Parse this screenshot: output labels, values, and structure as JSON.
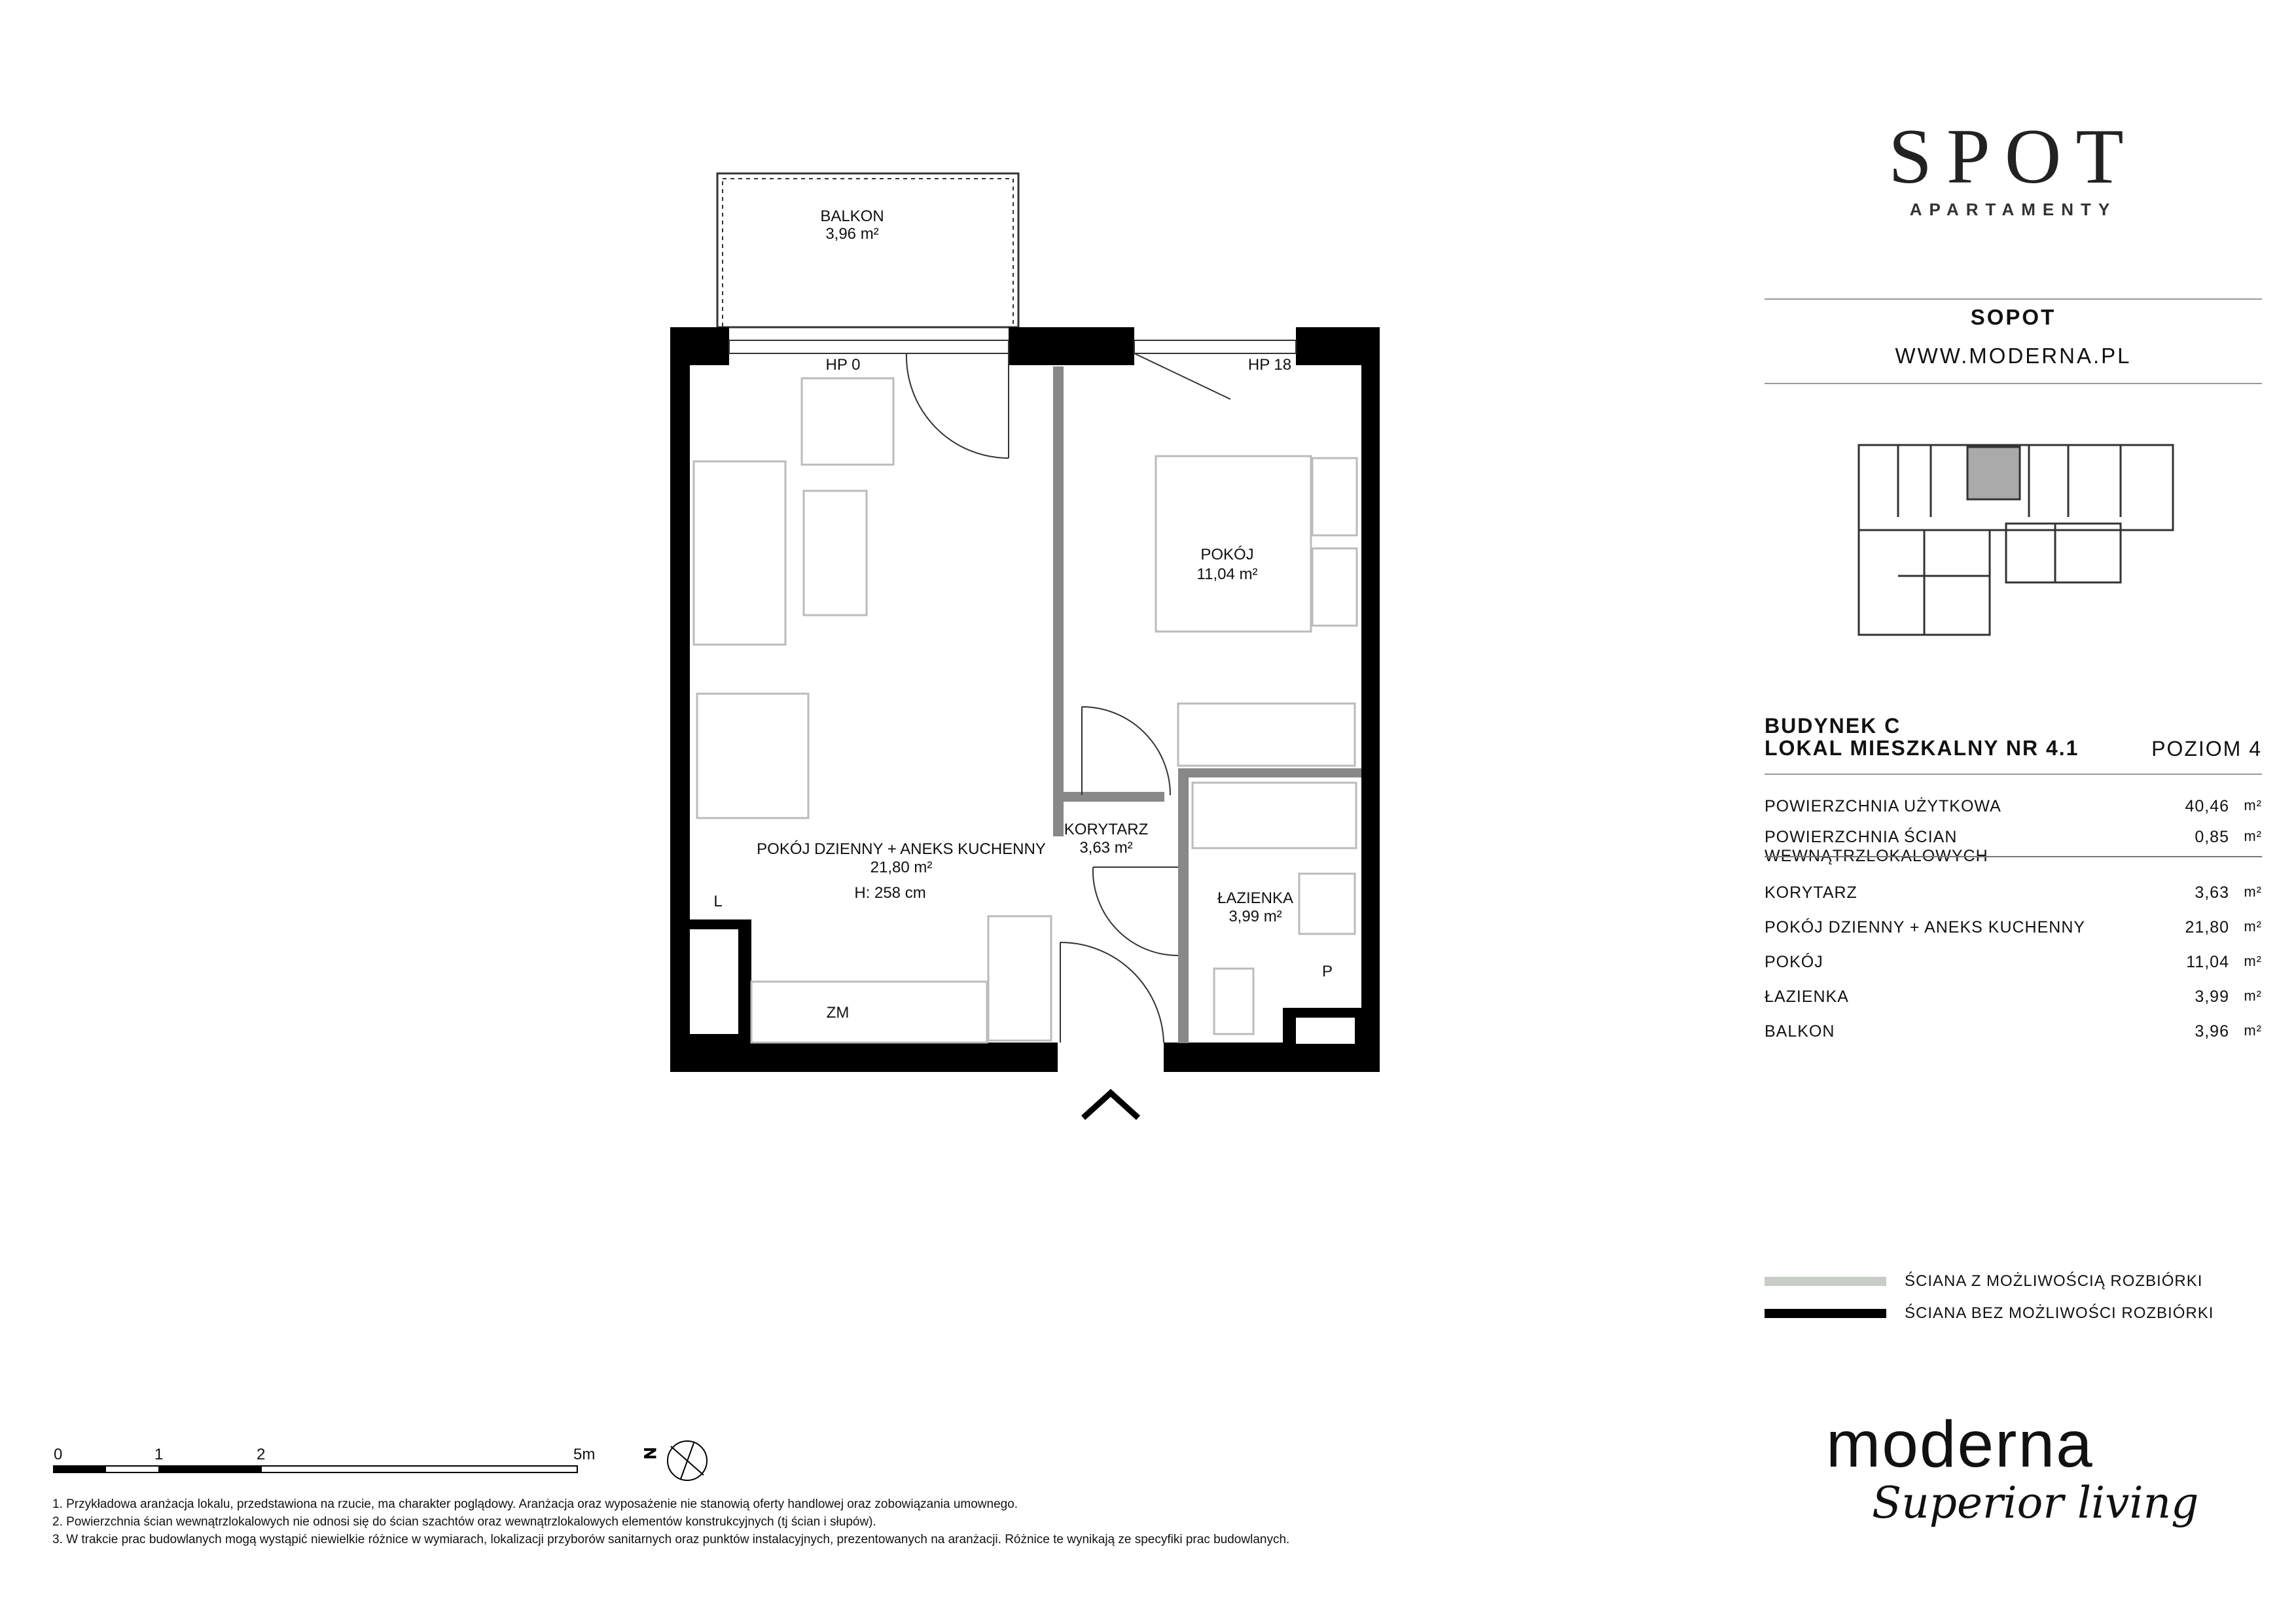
{
  "brand": {
    "name": "SPOT",
    "sub": "APARTAMENTY",
    "city": "SOPOT",
    "website": "WWW.MODERNA.PL",
    "developer": "moderna",
    "tagline": "Superior living"
  },
  "unit": {
    "building": "BUDYNEK C",
    "apartment": "LOKAL MIESZKALNY NR 4.1",
    "level": "POZIOM 4"
  },
  "totals": [
    {
      "label": "POWIERZCHNIA UŻYTKOWA",
      "value": "40,46",
      "unit": "m²"
    },
    {
      "label": "POWIERZCHNIA ŚCIAN WEWNĄTRZLOKALOWYCH",
      "value": "0,85",
      "unit": "m²"
    }
  ],
  "rooms": [
    {
      "label": "KORYTARZ",
      "value": "3,63",
      "unit": "m²"
    },
    {
      "label": "POKÓJ DZIENNY + ANEKS KUCHENNY",
      "value": "21,80",
      "unit": "m²"
    },
    {
      "label": "POKÓJ",
      "value": "11,04",
      "unit": "m²"
    },
    {
      "label": "ŁAZIENKA",
      "value": "3,99",
      "unit": "m²"
    },
    {
      "label": "BALKON",
      "value": "3,96",
      "unit": "m²"
    }
  ],
  "plan": {
    "balkon": {
      "name": "BALKON",
      "area": "3,96 m²"
    },
    "living": {
      "name": "POKÓJ DZIENNY + ANEKS KUCHENNY",
      "area": "21,80 m²",
      "height": "H: 258 cm"
    },
    "pokoj": {
      "name": "POKÓJ",
      "area": "11,04 m²"
    },
    "korytarz": {
      "name": "KORYTARZ",
      "area": "3,63 m²"
    },
    "lazienka": {
      "name": "ŁAZIENKA",
      "area": "3,99 m²"
    },
    "hp0": "HP 0",
    "hp18": "HP 18",
    "zm": "ZM",
    "l": "L",
    "p": "P"
  },
  "legend": [
    {
      "label": "ŚCIANA Z MOŻLIWOŚCIĄ ROZBIÓRKI",
      "color": "#c8cdc8"
    },
    {
      "label": "ŚCIANA BEZ MOŻLIWOŚCI ROZBIÓRKI",
      "color": "#000000"
    }
  ],
  "scale": {
    "ticks": [
      "0",
      "1",
      "2",
      "5m"
    ],
    "north": "N"
  },
  "notes": [
    "1. Przykładowa aranżacja lokalu, przedstawiona na rzucie, ma charakter poglądowy. Aranżacja oraz wyposażenie nie stanowią oferty handlowej oraz zobowiązania umownego.",
    "2. Powierzchnia ścian wewnątrzlokalowych nie odnosi się do ścian szachtów oraz wewnątrzlokalowych elementów konstrukcyjnych (tj ścian i słupów).",
    "3. W trakcie prac budowlanych mogą wystąpić niewielkie różnice w wymiarach, lokalizacji przyborów sanitarnych oraz punktów instalacyjnych, prezentowanych na aranżacji. Różnice te wynikają ze specyfiki prac budowlanych."
  ]
}
